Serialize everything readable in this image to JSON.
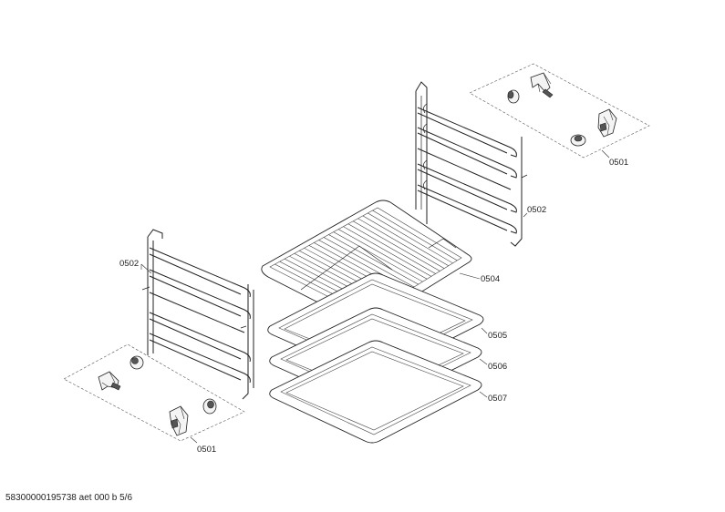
{
  "callouts": {
    "clips_top_right": "0501",
    "rack_right": "0502",
    "rack_left": "0502",
    "wire_shelf": "0504",
    "tray_1": "0505",
    "tray_2": "0506",
    "tray_3": "0507",
    "clips_bottom_left": "0501"
  },
  "footer": {
    "doc_id": "58300000195738 aet 000 b 5/6"
  }
}
